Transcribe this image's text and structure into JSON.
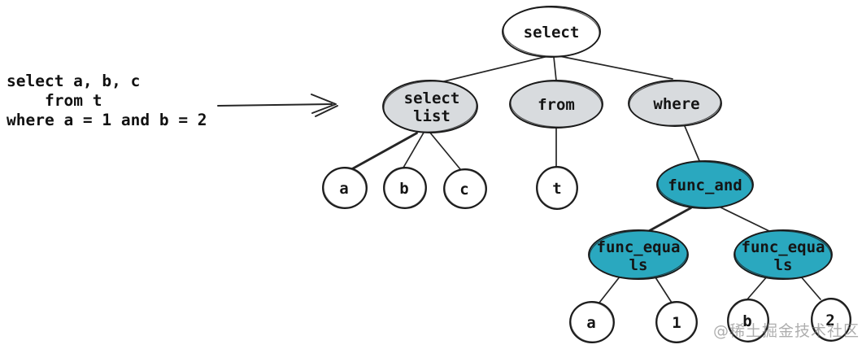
{
  "code": {
    "line1": "select a, b, c",
    "line2": "from t",
    "line3": "where a = 1 and b = 2"
  },
  "tree": {
    "select": {
      "label": "select"
    },
    "select_list": {
      "line1": "select",
      "line2": "list"
    },
    "from": {
      "label": "from"
    },
    "where": {
      "label": "where"
    },
    "col_a": {
      "label": "a"
    },
    "col_b": {
      "label": "b"
    },
    "col_c": {
      "label": "c"
    },
    "table_t": {
      "label": "t"
    },
    "func_and": {
      "label": "func_and"
    },
    "func_equals_left": {
      "line1": "func_equa",
      "line2": "ls"
    },
    "func_equals_right": {
      "line1": "func_equa",
      "line2": "ls"
    },
    "leaf_a": {
      "label": "a"
    },
    "leaf_1": {
      "label": "1"
    },
    "leaf_b": {
      "label": "b"
    },
    "leaf_2": {
      "label": "2"
    }
  },
  "watermark": "@稀土掘金技术社区",
  "colors": {
    "node_teal": "#2AA8BF",
    "node_gray": "#D8DBDE",
    "node_white": "#FFFFFF"
  }
}
